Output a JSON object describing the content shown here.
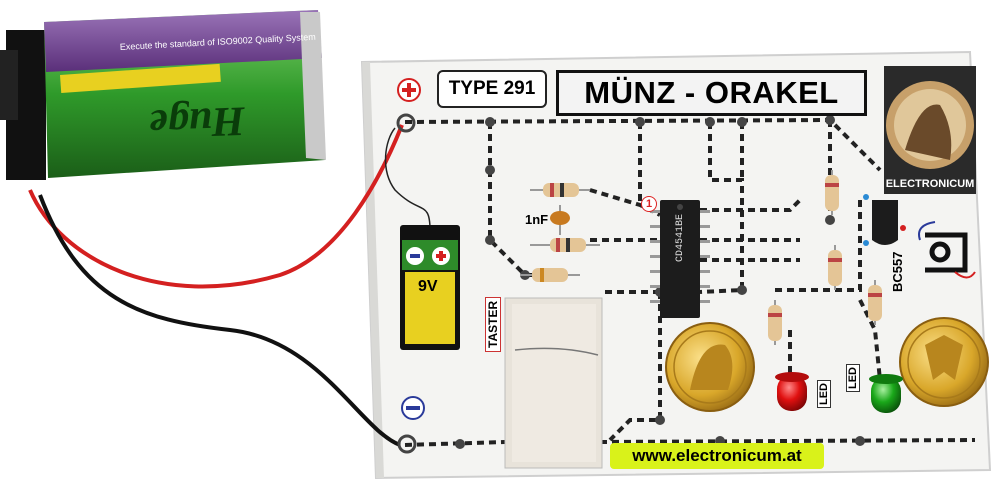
{
  "board": {
    "type_label": "TYPE 291",
    "title": "MÜNZ - ORAKEL",
    "brand": "ELECTRONICUM",
    "website": "www.electronicum.at",
    "transistor_label": "BC557",
    "button_label": "TASTER",
    "led_label_red": "LED",
    "led_label_green": "LED",
    "capacitor_label": "1nF",
    "chip_text": "CD4541BE",
    "battery_symbol_label": "9V",
    "pin_marker": "1"
  },
  "colors": {
    "board": "#f4f4f2",
    "trace": "#222222",
    "battery_green": "#2e8b2a",
    "battery_purple": "#6a3d8a",
    "wire_red": "#d42020",
    "wire_black": "#111111",
    "coin_gold": "#d9a72a",
    "led_red": "#e01010",
    "led_green": "#1aa81a",
    "website_bg": "#d9f21a"
  },
  "icons": [
    "plus-terminal-icon",
    "minus-terminal-icon",
    "crank-icon",
    "coin-icon"
  ]
}
